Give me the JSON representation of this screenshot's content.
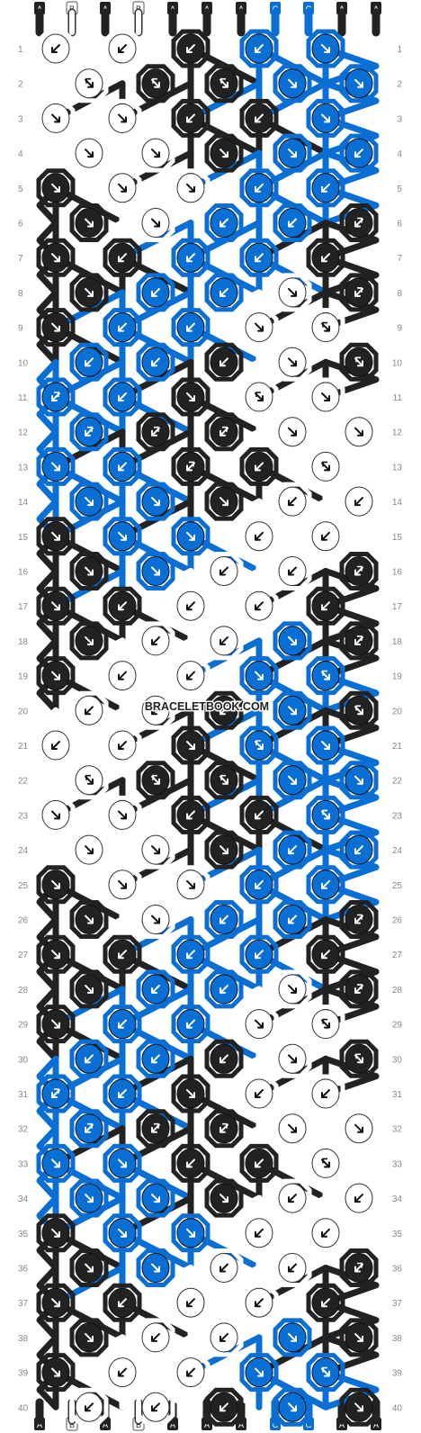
{
  "strand_labels": [
    "A",
    "B",
    "A",
    "B",
    "A",
    "A",
    "A",
    "C",
    "C",
    "A",
    "A"
  ],
  "strand_colors": {
    "A": "#222222",
    "B": "#ffffff",
    "C": "#0a6fd4"
  },
  "row_count": 40,
  "watermark": "BRACELETBOOK.COM",
  "knots": [
    [
      {
        "c": "B",
        "d": "L"
      },
      {
        "c": "B",
        "d": "L"
      },
      {
        "c": "A",
        "d": "L"
      },
      {
        "c": "C",
        "d": "L"
      },
      {
        "c": "C",
        "d": "R"
      }
    ],
    [
      {
        "c": "B",
        "d": "Rb"
      },
      {
        "c": "A",
        "d": "Rb"
      },
      {
        "c": "A",
        "d": "Rb"
      },
      {
        "c": "C",
        "d": "R"
      },
      {
        "c": "C",
        "d": "R"
      }
    ],
    [
      {
        "c": "B",
        "d": "R"
      },
      {
        "c": "B",
        "d": "R"
      },
      {
        "c": "A",
        "d": "L"
      },
      {
        "c": "A",
        "d": "L"
      },
      {
        "c": "C",
        "d": "R"
      }
    ],
    [
      {
        "c": "B",
        "d": "R"
      },
      {
        "c": "B",
        "d": "R"
      },
      {
        "c": "A",
        "d": "R"
      },
      {
        "c": "C",
        "d": "R"
      },
      {
        "c": "C",
        "d": "L"
      }
    ],
    [
      {
        "c": "A",
        "d": "R"
      },
      {
        "c": "B",
        "d": "R"
      },
      {
        "c": "B",
        "d": "R"
      },
      {
        "c": "C",
        "d": "L"
      },
      {
        "c": "C",
        "d": "L"
      }
    ],
    [
      {
        "c": "A",
        "d": "R"
      },
      {
        "c": "B",
        "d": "R"
      },
      {
        "c": "C",
        "d": "L"
      },
      {
        "c": "C",
        "d": "L"
      },
      {
        "c": "A",
        "d": "Lb"
      }
    ],
    [
      {
        "c": "A",
        "d": "R"
      },
      {
        "c": "A",
        "d": "L"
      },
      {
        "c": "C",
        "d": "L"
      },
      {
        "c": "C",
        "d": "L"
      },
      {
        "c": "A",
        "d": "L"
      }
    ],
    [
      {
        "c": "A",
        "d": "R"
      },
      {
        "c": "C",
        "d": "L"
      },
      {
        "c": "C",
        "d": "L"
      },
      {
        "c": "B",
        "d": "R"
      },
      {
        "c": "A",
        "d": "Lb"
      }
    ],
    [
      {
        "c": "A",
        "d": "R"
      },
      {
        "c": "C",
        "d": "L"
      },
      {
        "c": "C",
        "d": "L"
      },
      {
        "c": "B",
        "d": "R"
      },
      {
        "c": "B",
        "d": "Rb"
      }
    ],
    [
      {
        "c": "C",
        "d": "L"
      },
      {
        "c": "C",
        "d": "L"
      },
      {
        "c": "A",
        "d": "L"
      },
      {
        "c": "B",
        "d": "R"
      },
      {
        "c": "A",
        "d": "Rb"
      }
    ],
    [
      {
        "c": "C",
        "d": "Lb"
      },
      {
        "c": "C",
        "d": "L"
      },
      {
        "c": "A",
        "d": "R"
      },
      {
        "c": "B",
        "d": "Rb"
      },
      {
        "c": "B",
        "d": "R"
      }
    ],
    [
      {
        "c": "C",
        "d": "Lb"
      },
      {
        "c": "A",
        "d": "Lb"
      },
      {
        "c": "A",
        "d": "Lb"
      },
      {
        "c": "B",
        "d": "R"
      },
      {
        "c": "B",
        "d": "R"
      }
    ],
    [
      {
        "c": "C",
        "d": "R"
      },
      {
        "c": "C",
        "d": "L"
      },
      {
        "c": "A",
        "d": "Lb"
      },
      {
        "c": "A",
        "d": "L"
      },
      {
        "c": "B",
        "d": "Rb"
      }
    ],
    [
      {
        "c": "C",
        "d": "R"
      },
      {
        "c": "C",
        "d": "R"
      },
      {
        "c": "A",
        "d": "R"
      },
      {
        "c": "B",
        "d": "L"
      },
      {
        "c": "B",
        "d": "L"
      }
    ],
    [
      {
        "c": "A",
        "d": "R"
      },
      {
        "c": "C",
        "d": "R"
      },
      {
        "c": "C",
        "d": "R"
      },
      {
        "c": "B",
        "d": "L"
      },
      {
        "c": "B",
        "d": "L"
      }
    ],
    [
      {
        "c": "A",
        "d": "R"
      },
      {
        "c": "C",
        "d": "R"
      },
      {
        "c": "B",
        "d": "L"
      },
      {
        "c": "B",
        "d": "L"
      },
      {
        "c": "A",
        "d": "Lb"
      }
    ],
    [
      {
        "c": "A",
        "d": "R"
      },
      {
        "c": "A",
        "d": "L"
      },
      {
        "c": "B",
        "d": "L"
      },
      {
        "c": "B",
        "d": "L"
      },
      {
        "c": "A",
        "d": "L"
      }
    ],
    [
      {
        "c": "A",
        "d": "R"
      },
      {
        "c": "B",
        "d": "L"
      },
      {
        "c": "B",
        "d": "L"
      },
      {
        "c": "C",
        "d": "R"
      },
      {
        "c": "A",
        "d": "Lb"
      }
    ],
    [
      {
        "c": "A",
        "d": "R"
      },
      {
        "c": "B",
        "d": "L"
      },
      {
        "c": "B",
        "d": "L"
      },
      {
        "c": "C",
        "d": "R"
      },
      {
        "c": "C",
        "d": "Rb"
      }
    ],
    [
      {
        "c": "B",
        "d": "L"
      },
      {
        "c": "B",
        "d": "L"
      },
      {
        "c": "A",
        "d": "L"
      },
      {
        "c": "C",
        "d": "R"
      },
      {
        "c": "A",
        "d": "Rb"
      }
    ],
    [
      {
        "c": "B",
        "d": "L"
      },
      {
        "c": "B",
        "d": "L"
      },
      {
        "c": "A",
        "d": "R"
      },
      {
        "c": "C",
        "d": "Rb"
      },
      {
        "c": "C",
        "d": "R"
      }
    ],
    [
      {
        "c": "B",
        "d": "Rb"
      },
      {
        "c": "A",
        "d": "Rb"
      },
      {
        "c": "A",
        "d": "Rb"
      },
      {
        "c": "C",
        "d": "R"
      },
      {
        "c": "C",
        "d": "R"
      }
    ],
    [
      {
        "c": "B",
        "d": "R"
      },
      {
        "c": "B",
        "d": "R"
      },
      {
        "c": "A",
        "d": "L"
      },
      {
        "c": "A",
        "d": "L"
      },
      {
        "c": "C",
        "d": "Rb"
      }
    ],
    [
      {
        "c": "B",
        "d": "R"
      },
      {
        "c": "B",
        "d": "R"
      },
      {
        "c": "A",
        "d": "R"
      },
      {
        "c": "C",
        "d": "L"
      },
      {
        "c": "C",
        "d": "L"
      }
    ],
    [
      {
        "c": "A",
        "d": "R"
      },
      {
        "c": "B",
        "d": "R"
      },
      {
        "c": "B",
        "d": "R"
      },
      {
        "c": "C",
        "d": "L"
      },
      {
        "c": "C",
        "d": "L"
      }
    ],
    [
      {
        "c": "A",
        "d": "R"
      },
      {
        "c": "B",
        "d": "R"
      },
      {
        "c": "C",
        "d": "L"
      },
      {
        "c": "C",
        "d": "L"
      },
      {
        "c": "A",
        "d": "Lb"
      }
    ],
    [
      {
        "c": "A",
        "d": "R"
      },
      {
        "c": "A",
        "d": "L"
      },
      {
        "c": "C",
        "d": "L"
      },
      {
        "c": "C",
        "d": "L"
      },
      {
        "c": "A",
        "d": "L"
      }
    ],
    [
      {
        "c": "A",
        "d": "R"
      },
      {
        "c": "C",
        "d": "L"
      },
      {
        "c": "C",
        "d": "L"
      },
      {
        "c": "B",
        "d": "R"
      },
      {
        "c": "A",
        "d": "Lb"
      }
    ],
    [
      {
        "c": "A",
        "d": "R"
      },
      {
        "c": "C",
        "d": "L"
      },
      {
        "c": "C",
        "d": "L"
      },
      {
        "c": "B",
        "d": "R"
      },
      {
        "c": "B",
        "d": "Rb"
      }
    ],
    [
      {
        "c": "C",
        "d": "L"
      },
      {
        "c": "C",
        "d": "L"
      },
      {
        "c": "A",
        "d": "L"
      },
      {
        "c": "B",
        "d": "R"
      },
      {
        "c": "A",
        "d": "Rb"
      }
    ],
    [
      {
        "c": "C",
        "d": "Lb"
      },
      {
        "c": "C",
        "d": "L"
      },
      {
        "c": "A",
        "d": "R"
      },
      {
        "c": "B",
        "d": "L"
      },
      {
        "c": "B",
        "d": "L"
      }
    ],
    [
      {
        "c": "C",
        "d": "Lb"
      },
      {
        "c": "A",
        "d": "Lb"
      },
      {
        "c": "A",
        "d": "Lb"
      },
      {
        "c": "B",
        "d": "R"
      },
      {
        "c": "B",
        "d": "R"
      }
    ],
    [
      {
        "c": "C",
        "d": "R"
      },
      {
        "c": "C",
        "d": "R"
      },
      {
        "c": "A",
        "d": "L"
      },
      {
        "c": "A",
        "d": "L"
      },
      {
        "c": "B",
        "d": "Rb"
      }
    ],
    [
      {
        "c": "C",
        "d": "R"
      },
      {
        "c": "C",
        "d": "R"
      },
      {
        "c": "A",
        "d": "R"
      },
      {
        "c": "B",
        "d": "L"
      },
      {
        "c": "B",
        "d": "L"
      }
    ],
    [
      {
        "c": "A",
        "d": "R"
      },
      {
        "c": "C",
        "d": "R"
      },
      {
        "c": "C",
        "d": "R"
      },
      {
        "c": "B",
        "d": "L"
      },
      {
        "c": "B",
        "d": "L"
      }
    ],
    [
      {
        "c": "A",
        "d": "R"
      },
      {
        "c": "C",
        "d": "R"
      },
      {
        "c": "B",
        "d": "L"
      },
      {
        "c": "B",
        "d": "L"
      },
      {
        "c": "A",
        "d": "Lb"
      }
    ],
    [
      {
        "c": "A",
        "d": "R"
      },
      {
        "c": "A",
        "d": "L"
      },
      {
        "c": "B",
        "d": "L"
      },
      {
        "c": "B",
        "d": "L"
      },
      {
        "c": "A",
        "d": "L"
      }
    ],
    [
      {
        "c": "A",
        "d": "R"
      },
      {
        "c": "B",
        "d": "L"
      },
      {
        "c": "B",
        "d": "L"
      },
      {
        "c": "C",
        "d": "R"
      },
      {
        "c": "A",
        "d": "R"
      }
    ],
    [
      {
        "c": "A",
        "d": "R"
      },
      {
        "c": "B",
        "d": "L"
      },
      {
        "c": "B",
        "d": "L"
      },
      {
        "c": "C",
        "d": "R"
      },
      {
        "c": "C",
        "d": "Rb"
      }
    ],
    [
      {
        "c": "B",
        "d": "L"
      },
      {
        "c": "B",
        "d": "L"
      },
      {
        "c": "A",
        "d": "L"
      },
      {
        "c": "C",
        "d": "R"
      },
      {
        "c": "A",
        "d": "R"
      }
    ]
  ]
}
